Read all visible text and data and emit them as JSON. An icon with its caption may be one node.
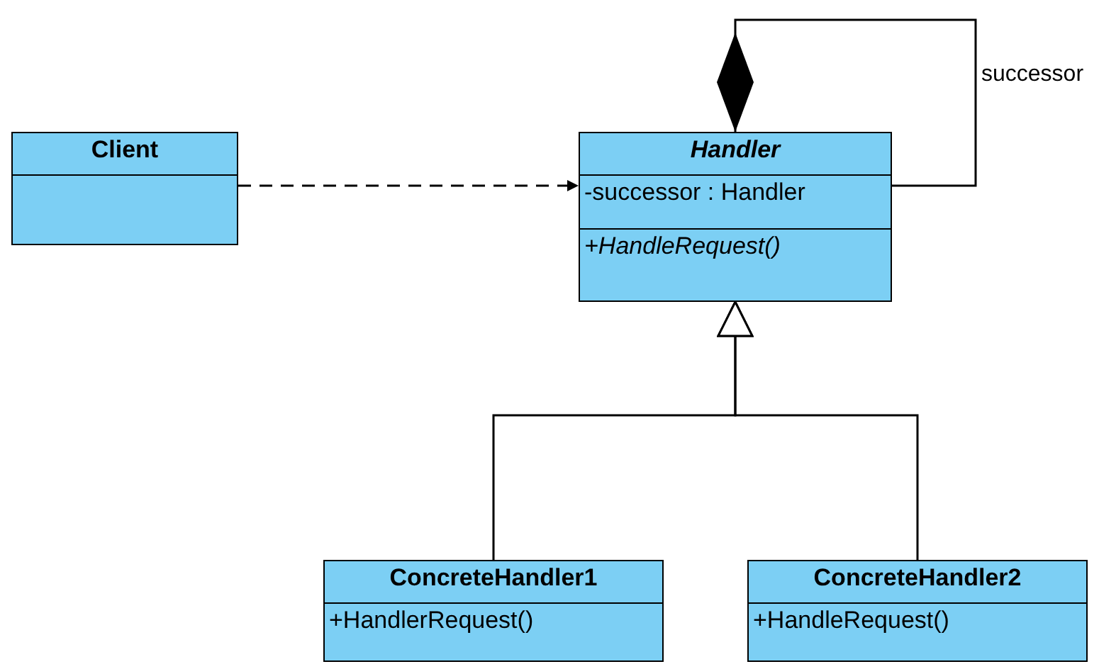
{
  "diagram": {
    "nodes": [
      {
        "text": [
          "Client"
        ]
      },
      {
        "text": [
          "Handler",
          "-successor : Handler",
          "+HandleRequest()"
        ]
      },
      {
        "text": [
          "ConcreteHandler1",
          "+HandlerRequest()"
        ]
      },
      {
        "text": [
          "ConcreteHandler2",
          "+HandleRequest()"
        ]
      }
    ],
    "edges": [
      {
        "from": 0,
        "to": 1,
        "arrow": "to",
        "style": "dashed"
      },
      {
        "from": 1,
        "to": 1,
        "arrow": "other",
        "label": "successor"
      },
      {
        "from": 2,
        "to": 1,
        "arrow": "to"
      },
      {
        "from": 3,
        "to": 1,
        "arrow": "to"
      }
    ]
  }
}
